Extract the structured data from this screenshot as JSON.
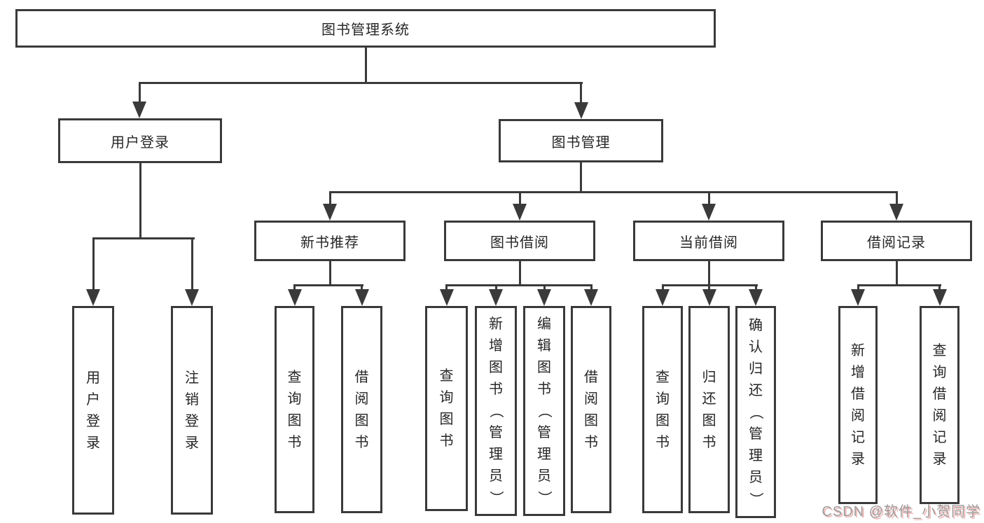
{
  "nodes": {
    "root": "图书管理系统",
    "user_login": "用户登录",
    "book_management": "图书管理",
    "new_book_recommend": "新书推荐",
    "book_borrowing": "图书借阅",
    "current_borrowing": "当前借阅",
    "borrowing_records": "借阅记录",
    "login": "用户登录",
    "logout": "注销登录",
    "rec_query_books": "查询图书",
    "rec_borrow_books": "借阅图书",
    "bb_query_books": "查询图书",
    "bb_add_books": "新增图书（管理员）",
    "bb_edit_books": "编辑图书（管理员）",
    "bb_borrow_books": "借阅图书",
    "cb_query_books": "查询图书",
    "cb_return_books": "归还图书",
    "cb_confirm_return": "确认归还（管理员）",
    "br_add_record": "新增借阅记录",
    "br_query_record": "查询借阅记录"
  },
  "watermark": "CSDN @软件_小贺同学",
  "colors": {
    "line": "#3a3a3a",
    "text": "#262626",
    "background": "#ffffff",
    "watermark": "#9e9e9e",
    "watermark_shadow": "#f0b6b6"
  }
}
